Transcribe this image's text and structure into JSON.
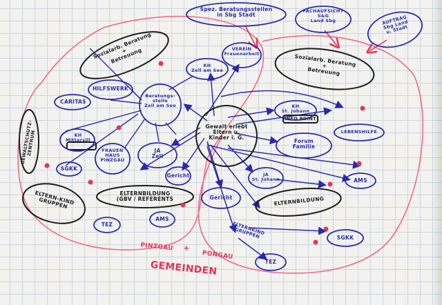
{
  "palette": {
    "paper": "#f3f2ee",
    "grid": "#c9d6e6",
    "blue_marker": "#2a2aa8",
    "black_marker": "#1b1b1b",
    "red_marker": "#e0355a",
    "pink_line": "#ee6a86"
  },
  "top_notes": {
    "spez_beratung": "Spez. Beratungsstellen\nin Sbg Stadt",
    "fachaufsicht": "FACHAUFSICHT\nS&G\nLand Sbg",
    "auftrag": "AUFTRAG\nSbg Land\nu. Stadt"
  },
  "center": {
    "title": "Gewalt erlebt\nEltern u.\nKinder i. G."
  },
  "hubs": {
    "beratungsstelle": "Beratungs-\nstelle\nZell am See"
  },
  "nodes": {
    "sozialarbeit_left": "Sozialarb. Beratung\n+\nBetreuung",
    "sozialarbeit_right": "Sozialarb. Beratung\n+\nBetreuung",
    "verein": "VEREIN\nFrauenarbeit",
    "kh_zell": "KH\nZell am See",
    "hilfswerk": "HILFSWERK",
    "caritas": "CARITAS",
    "kh_mittersill": "KH\nMittersill",
    "frauenhaus": "FRAUEN\nHAUS\nPINZGAU",
    "ja_zell": "JA\nZell",
    "gewaltschutz": "GEWALTSCHUTZ-\nZENTRUM",
    "sgkk_left": "SGKK",
    "elternkind_left": "ELTERN-KIND\nGRUPPEN",
    "elternbildung_left": "ELTERNBILDUNG\n(GBV / REFERENTS",
    "tez_left": "TEZ",
    "ams_left": "AMS",
    "gericht_left": "Gericht",
    "kh_st_johann": "KH\nSt. Johann",
    "info_point": "INFO POINT",
    "lebenshilfe": "LEBENSHILFE",
    "forum_familie": "Forum\nFamilie",
    "ja_st_johann": "JA\nSt. Johann",
    "ams_right": "AMS",
    "gericht_right": "Gericht",
    "elternbildung_right": "ELTERNBILDUNG",
    "elternkind_right": "ELTERNKIND\nGRUPPEN",
    "sgkk_right": "SGKK",
    "tez_right": "TEZ"
  },
  "footer": {
    "pinzgau": "PINZGAU",
    "plus": "+",
    "pongau": "PONGAU",
    "gemeinden": "GEMEINDEN"
  }
}
